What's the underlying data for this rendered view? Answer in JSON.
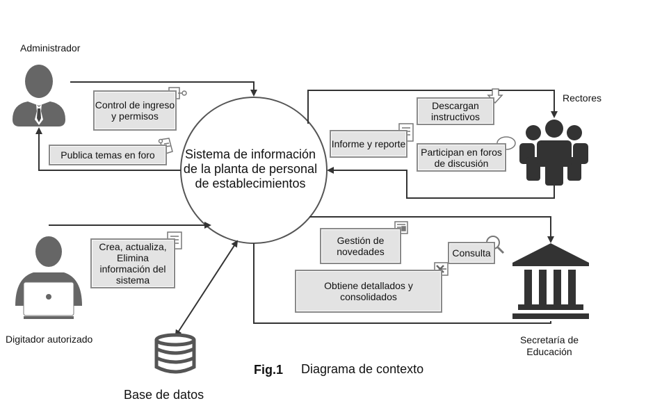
{
  "actors": {
    "admin": "Administrador",
    "rectores": "Rectores",
    "digitador": "Digitador  autorizado",
    "secretaria": "Secretaría de Educación"
  },
  "system": "Sistema de información de la planta de personal de establecimientos",
  "database": "Base de datos",
  "caption": {
    "number": "Fig.1",
    "text": "Diagrama de contexto"
  },
  "flows": {
    "control": "Control de ingreso y permisos",
    "publica": "Publica temas en foro",
    "informe": "Informe y reporte",
    "descargan": "Descargan instructivos",
    "participan": "Participan en foros de discusión",
    "crea": "Crea, actualiza, Elimina información del sistema",
    "gestion": "Gestión de novedades",
    "consulta": "Consulta",
    "obtiene": "Obtiene detallados y consolidados"
  },
  "icons": {
    "admin": "admin-person-icon",
    "rectores": "group-people-icon",
    "digitador": "person-laptop-icon",
    "secretaria": "government-building-icon",
    "database": "database-icon",
    "key": "key-icon",
    "scroll": "scroll-icon",
    "document": "document-icon",
    "download": "download-arrow-icon",
    "speech": "speech-bubble-icon",
    "newspaper": "newspaper-icon",
    "magnifier": "magnifier-icon",
    "excel": "spreadsheet-icon"
  }
}
